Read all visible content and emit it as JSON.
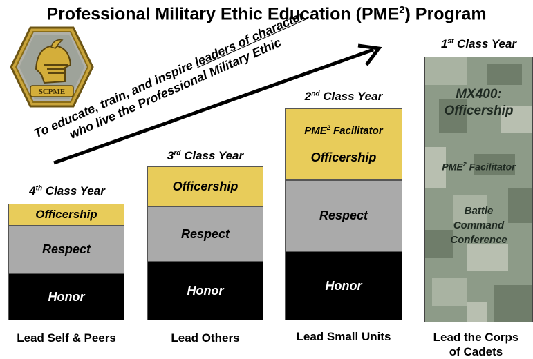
{
  "title": {
    "main": "Professional Military Ethic Education (PME",
    "sup": "2",
    "tail": ") Program"
  },
  "logo": {
    "label": "SCPME"
  },
  "mission": {
    "line1_prefix": "To educate, train, and inspire ",
    "line1_underlined": "leaders of character",
    "line2": "who live the Professional Military Ethic"
  },
  "columns": [
    {
      "heading_num": "4",
      "heading_sup": "th",
      "heading_text": " Class Year",
      "blocks": {
        "officership": "Officership",
        "respect": "Respect",
        "honor": "Honor"
      },
      "lead": "Lead Self & Peers"
    },
    {
      "heading_num": "3",
      "heading_sup": "rd",
      "heading_text": " Class Year",
      "blocks": {
        "officership": "Officership",
        "respect": "Respect",
        "honor": "Honor"
      },
      "lead": "Lead Others"
    },
    {
      "heading_num": "2",
      "heading_sup": "nd",
      "heading_text": " Class Year",
      "blocks": {
        "facilitator_pre": "PME",
        "facilitator_sup": "2",
        "facilitator_post": " Facilitator",
        "officership": "Officership",
        "respect": "Respect",
        "honor": "Honor"
      },
      "lead": "Lead Small Units"
    },
    {
      "heading_num": "1",
      "heading_sup": "st",
      "heading_text": " Class Year",
      "blocks": {
        "course_line1": "MX400:",
        "course_line2": "Officership",
        "facilitator_pre": "PME",
        "facilitator_sup": "2",
        "facilitator_post": " Facilitator",
        "battle1": "Battle",
        "battle2": "Command",
        "battle3": "Conference"
      },
      "lead_line1": "Lead the Corps",
      "lead_line2": "of Cadets"
    }
  ],
  "colors": {
    "officership": "#e8cc5a",
    "respect": "#aaaaaa",
    "honor": "#000000",
    "camo": "#8d9b88"
  }
}
